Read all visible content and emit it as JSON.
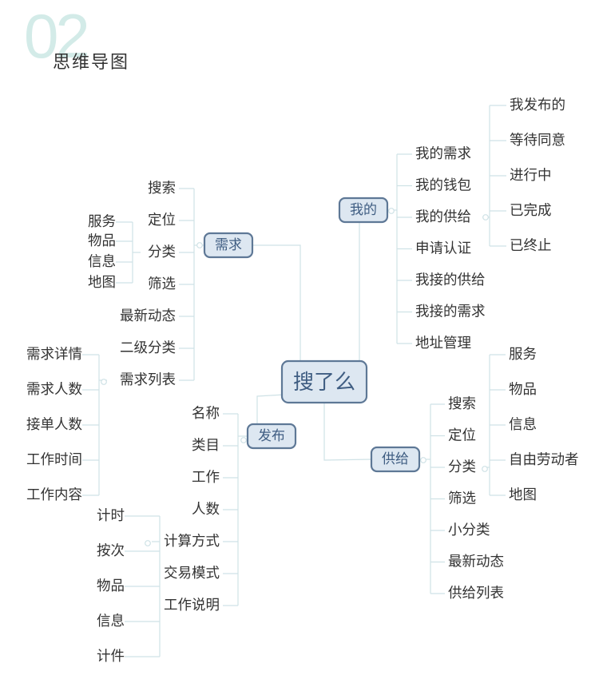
{
  "header": {
    "number": "02",
    "title": "思维导图"
  },
  "map": {
    "center": "搜了么",
    "branches": {
      "xuqiu": {
        "label": "需求",
        "items": [
          "搜索",
          "定位",
          "分类",
          "筛选",
          "最新动态",
          "二级分类",
          "需求列表"
        ],
        "fenlei_children": [
          "服务",
          "物品",
          "信息",
          "地图"
        ],
        "liebiao_children": [
          "需求详情",
          "需求人数",
          "接单人数",
          "工作时间",
          "工作内容"
        ]
      },
      "wode": {
        "label": "我的",
        "items": [
          "我的需求",
          "我的钱包",
          "我的供给",
          "申请认证",
          "我接的供给",
          "我接的需求",
          "地址管理"
        ],
        "gongji_children": [
          "我发布的",
          "等待同意",
          "进行中",
          "已完成",
          "已终止"
        ]
      },
      "fabu": {
        "label": "发布",
        "items": [
          "名称",
          "类目",
          "工作",
          "人数",
          "计算方式",
          "交易模式",
          "工作说明"
        ],
        "fangshi_children": [
          "计时",
          "按次",
          "物品",
          "信息",
          "计件"
        ]
      },
      "gongji": {
        "label": "供给",
        "items": [
          "搜索",
          "定位",
          "分类",
          "筛选",
          "小分类",
          "最新动态",
          "供给列表"
        ],
        "fenlei_children": [
          "服务",
          "物品",
          "信息",
          "自由劳动者",
          "地图"
        ]
      }
    }
  }
}
